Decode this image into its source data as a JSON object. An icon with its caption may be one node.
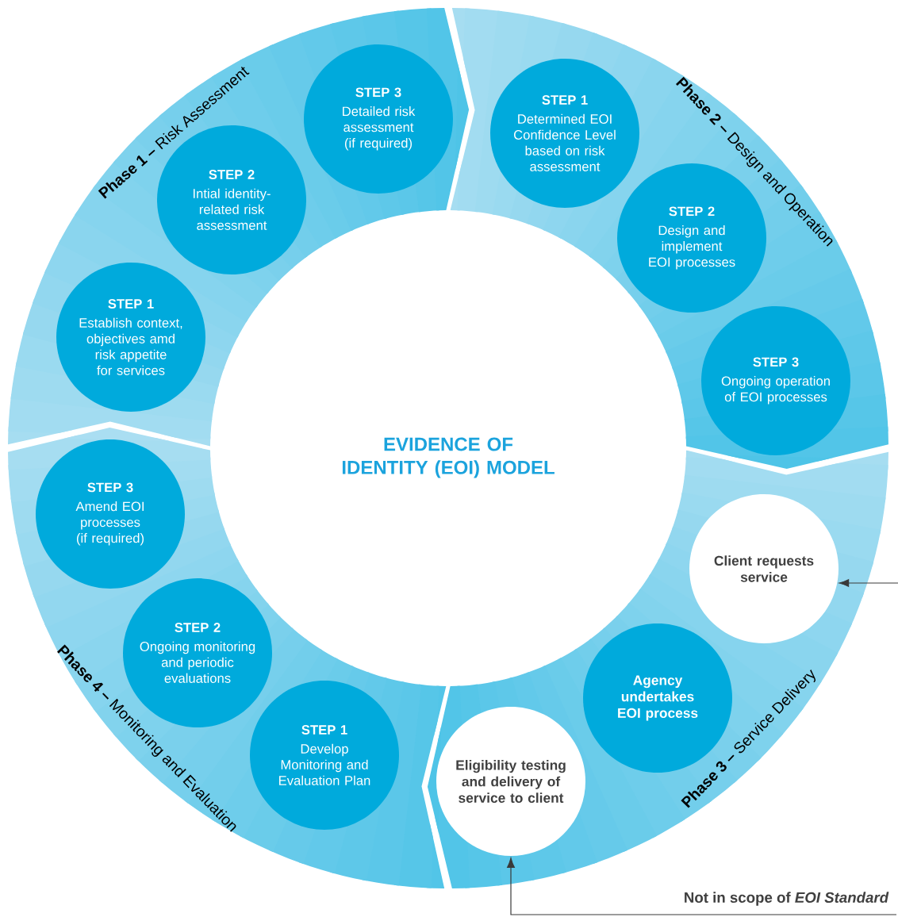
{
  "diagram": {
    "title": "EVIDENCE OF IDENTITY (EOI) MODEL",
    "nodes": [
      {
        "text": [
          "**Phase 1 –** Risk Assessment"
        ]
      },
      {
        "text": [
          "STEP 1",
          "Establish context, objectives amd risk appetite for services"
        ],
        "in": 0
      },
      {
        "text": [
          "STEP 2",
          "Intial identity-related risk assessment"
        ],
        "in": 0
      },
      {
        "text": [
          "STEP 3",
          "Detailed risk assessment (if required)"
        ],
        "in": 0
      },
      {
        "text": [
          "**Phase 2 –** Design and Operation"
        ]
      },
      {
        "text": [
          "STEP 1",
          "Determined EOI Confidence Level based on risk assessment"
        ],
        "in": 4
      },
      {
        "text": [
          "STEP 2",
          "Design and implement EOI processes"
        ],
        "in": 4
      },
      {
        "text": [
          "STEP 3",
          "Ongoing operation of EOI processes"
        ],
        "in": 4
      },
      {
        "text": [
          "**Phase 3 –** Service Delivery"
        ]
      },
      {
        "text": [
          "Client requests service"
        ],
        "in": 8
      },
      {
        "text": [
          "Agency undertakes EOI process"
        ],
        "in": 8
      },
      {
        "text": [
          "Eligibility testing and delivery of service to client"
        ],
        "in": 8
      },
      {
        "text": [
          "**Phase 4 –** Monitoring and Evaluation"
        ]
      },
      {
        "text": [
          "STEP 1",
          "Develop Monitoring and Evaluation Plan"
        ],
        "in": 12
      },
      {
        "text": [
          "STEP 2",
          "Ongoing monitoring and periodic evaluations"
        ],
        "in": 12
      },
      {
        "text": [
          "STEP 3",
          "Amend EOI processes (if required)"
        ],
        "in": 12
      }
    ],
    "edges": [
      {
        "from": null,
        "to": 9,
        "arrow": "to"
      },
      {
        "from": null,
        "to": 11,
        "arrow": "to",
        "label": "Not in scope of *EOI Standard*"
      }
    ]
  }
}
